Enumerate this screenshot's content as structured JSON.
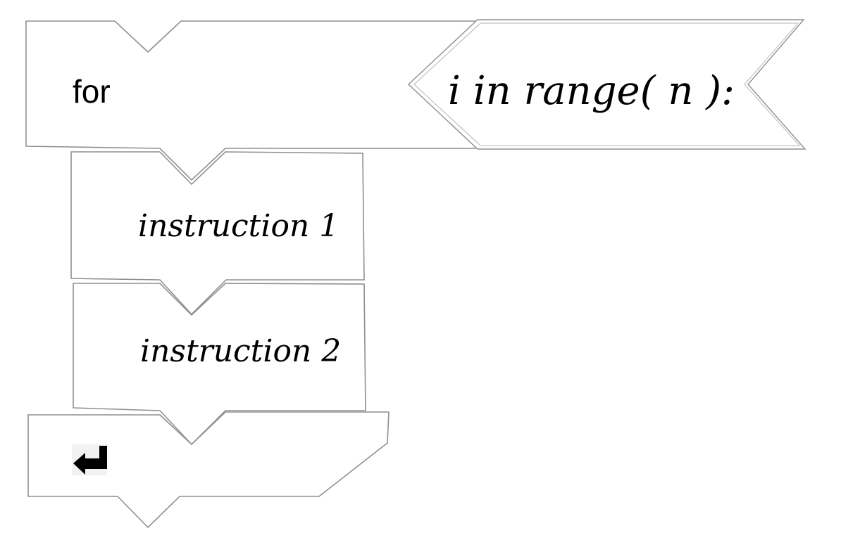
{
  "loop": {
    "keyword": "for",
    "argument": "i in range( n ):"
  },
  "body": [
    {
      "text": "instruction 1"
    },
    {
      "text": "instruction 2"
    }
  ],
  "end": {
    "icon": "return-arrow-icon"
  }
}
